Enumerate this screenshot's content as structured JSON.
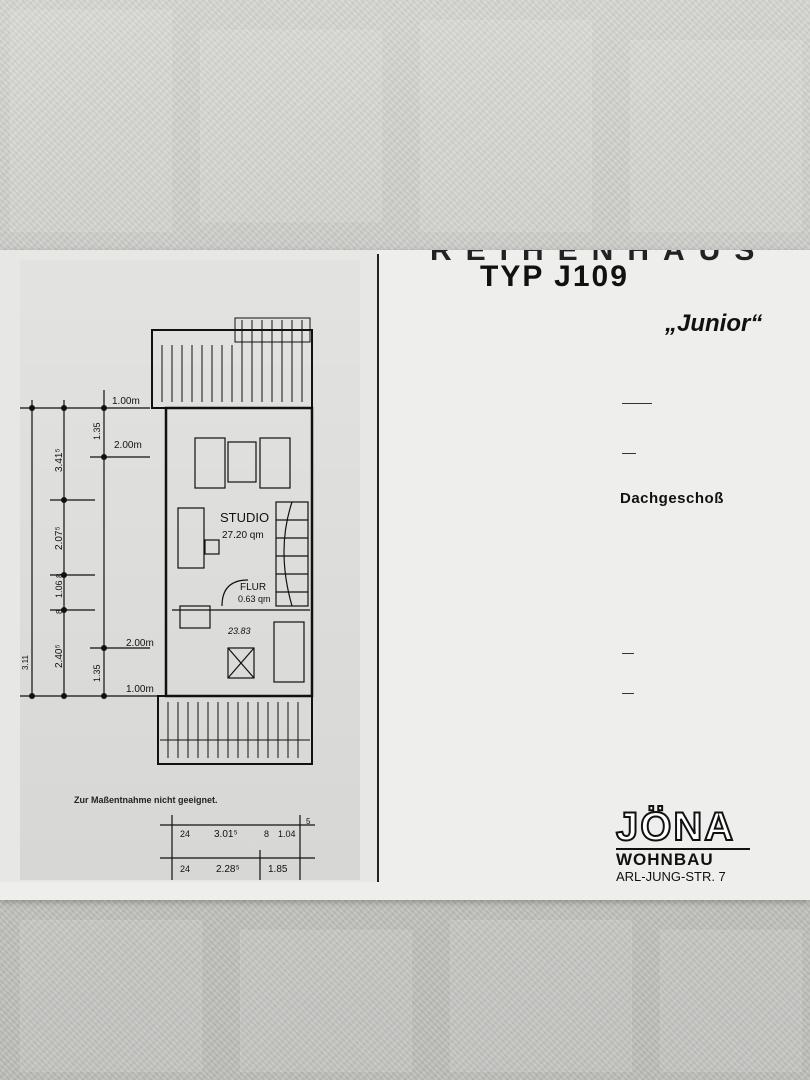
{
  "heading_partial": "REIHENHAUS",
  "type_heading": "TYP J109",
  "model_name": "„Junior“",
  "floor_label": "Dachgeschoß",
  "disclaimer": "Zur Maßentnahme nicht geeignet.",
  "logo": {
    "name": "JÖNA",
    "sub": "WOHNBAU",
    "address": "ARL-JUNG-STR. 7"
  },
  "plan": {
    "room_studio": {
      "name": "STUDIO",
      "area": "27.20 qm"
    },
    "room_flur": {
      "name": "FLUR",
      "area": "0.63 qm"
    },
    "pencil_note": "23.83",
    "dims_vertical": [
      "1.00m",
      "2.00m",
      "2.00m",
      "1.00m",
      "3.41⁵",
      "2.07⁵",
      "1.06",
      "2.40⁵",
      "1.35",
      "1.35",
      "8",
      "8",
      "3.11"
    ],
    "dims_bottom_row1": [
      "24",
      "3.01⁵",
      "8",
      "1.04",
      "5"
    ],
    "dims_bottom_row2": [
      "24",
      "2.28⁵",
      "1.85"
    ]
  }
}
